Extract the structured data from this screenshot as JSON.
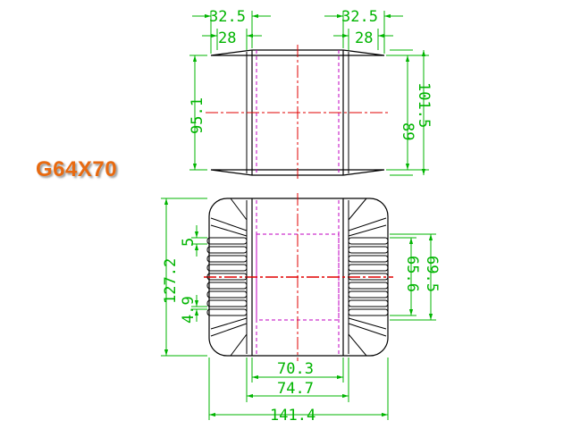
{
  "model": "G64X70",
  "dimensions": {
    "top_left_outer": "32.5",
    "top_left_inner": "28",
    "top_right_outer": "32.5",
    "top_right_inner": "28",
    "height_left": "95.1",
    "height_inner": "89",
    "height_outer": "101.5",
    "total_height": "127.2",
    "pin_pitch": "5",
    "pin_gap": "4.9",
    "window_inner": "65.6",
    "window_outer": "69.5",
    "width_inner": "70.3",
    "width_outer": "74.7",
    "total_width": "141.4"
  },
  "colors": {
    "outline": "#000000",
    "dimension": "#00b400",
    "centerline": "#e00000",
    "hidden": "#c000c0",
    "label": "#e86a10"
  }
}
